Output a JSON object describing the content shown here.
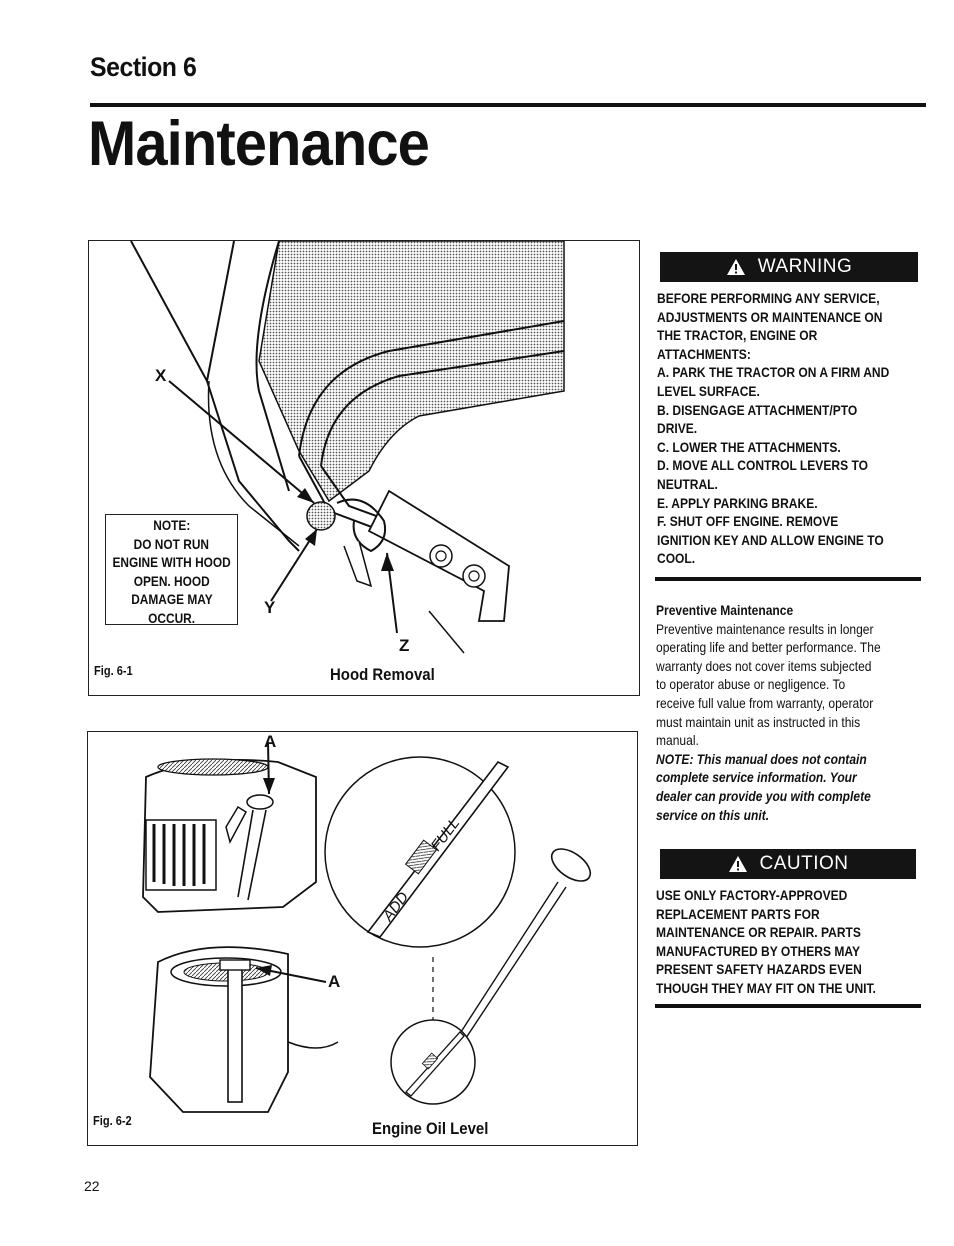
{
  "header": {
    "section": "Section 6",
    "title": "Maintenance"
  },
  "figure1": {
    "number": "Fig. 6-1",
    "caption": "Hood Removal",
    "callouts": {
      "x": "X",
      "y": "Y",
      "z": "Z"
    },
    "note_lines": [
      "NOTE:",
      "DO NOT RUN",
      "ENGINE WITH HOOD",
      "OPEN. HOOD",
      "DAMAGE MAY",
      "OCCUR."
    ]
  },
  "figure2": {
    "number": "Fig. 6-2",
    "caption": "Engine Oil Level",
    "callouts": {
      "a_top": "A",
      "a_mid": "A"
    },
    "dipstick_labels": {
      "add": "ADD",
      "full": "FULL"
    }
  },
  "warning": {
    "banner": "WARNING",
    "icon": "warning-triangle-icon",
    "lines": [
      "BEFORE PERFORMING ANY SERVICE,",
      "ADJUSTMENTS OR MAINTENANCE ON",
      "THE TRACTOR, ENGINE OR",
      "ATTACHMENTS:",
      "A.  PARK THE TRACTOR ON A FIRM AND",
      "LEVEL SURFACE.",
      "B.  DISENGAGE ATTACHMENT/PTO",
      "DRIVE.",
      "C.  LOWER THE ATTACHMENTS.",
      "D.  MOVE ALL CONTROL LEVERS TO",
      "NEUTRAL.",
      "E.  APPLY PARKING BRAKE.",
      "F.  SHUT OFF ENGINE.  REMOVE",
      "IGNITION KEY AND ALLOW ENGINE TO",
      "COOL."
    ]
  },
  "preventive": {
    "heading": "Preventive Maintenance",
    "lines": [
      "Preventive maintenance results in longer",
      "operating life and better performance. The",
      "warranty does not cover items subjected",
      "to operator abuse or negligence. To",
      "receive full value from warranty, operator",
      "must maintain unit as instructed in this",
      "manual."
    ],
    "note_lines": [
      "NOTE:  This manual does not contain",
      "complete service information. Your",
      "dealer can provide you with complete",
      "service on this unit."
    ]
  },
  "caution": {
    "banner": "CAUTION",
    "icon": "warning-triangle-icon",
    "lines": [
      "USE ONLY FACTORY-APPROVED",
      "REPLACEMENT PARTS FOR",
      "MAINTENANCE OR REPAIR. PARTS",
      "MANUFACTURED BY OTHERS MAY",
      "PRESENT SAFETY HAZARDS EVEN",
      "THOUGH THEY MAY FIT ON THE UNIT."
    ]
  },
  "footer": {
    "page_number": "22"
  }
}
